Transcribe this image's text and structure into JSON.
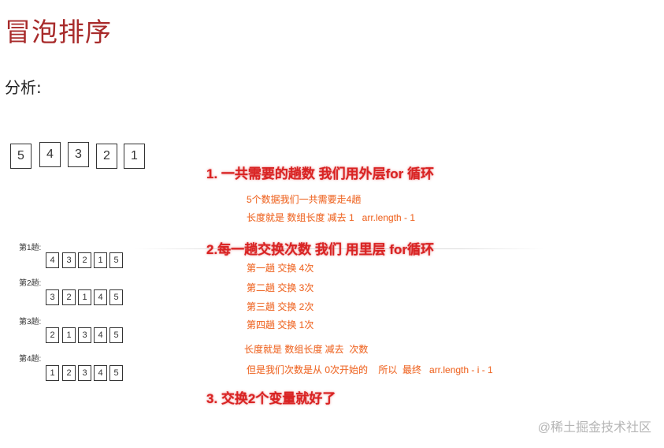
{
  "title": "冒泡排序",
  "subtitle": "分析:",
  "initial_array": [
    "5",
    "4",
    "3",
    "2",
    "1"
  ],
  "rounds": [
    {
      "label": "第1趟:",
      "values": [
        "4",
        "3",
        "2",
        "1",
        "5"
      ]
    },
    {
      "label": "第2趟:",
      "values": [
        "3",
        "2",
        "1",
        "4",
        "5"
      ]
    },
    {
      "label": "第3趟:",
      "values": [
        "2",
        "1",
        "3",
        "4",
        "5"
      ]
    },
    {
      "label": "第4趟:",
      "values": [
        "1",
        "2",
        "3",
        "4",
        "5"
      ]
    }
  ],
  "headings": {
    "h1": "1. 一共需要的趟数 我们用外层for 循环",
    "h2": "2.每一趟交换次数 我们 用里层 for循环",
    "h3": "3. 交换2个变量就好了"
  },
  "notes1": [
    "5个数据我们一共需要走4趟",
    "长度就是 数组长度 减去 1   arr.length - 1"
  ],
  "notes2": [
    "第一趟 交换 4次",
    "第二趟 交换 3次",
    "第三趟 交换 2次",
    "第四趟 交换 1次"
  ],
  "notes3": [
    "长度就是 数组长度 减去  次数",
    "但是我们次数是从 0次开始的    所以  最终   arr.length - i - 1"
  ],
  "watermark": "@稀土掘金技术社区"
}
